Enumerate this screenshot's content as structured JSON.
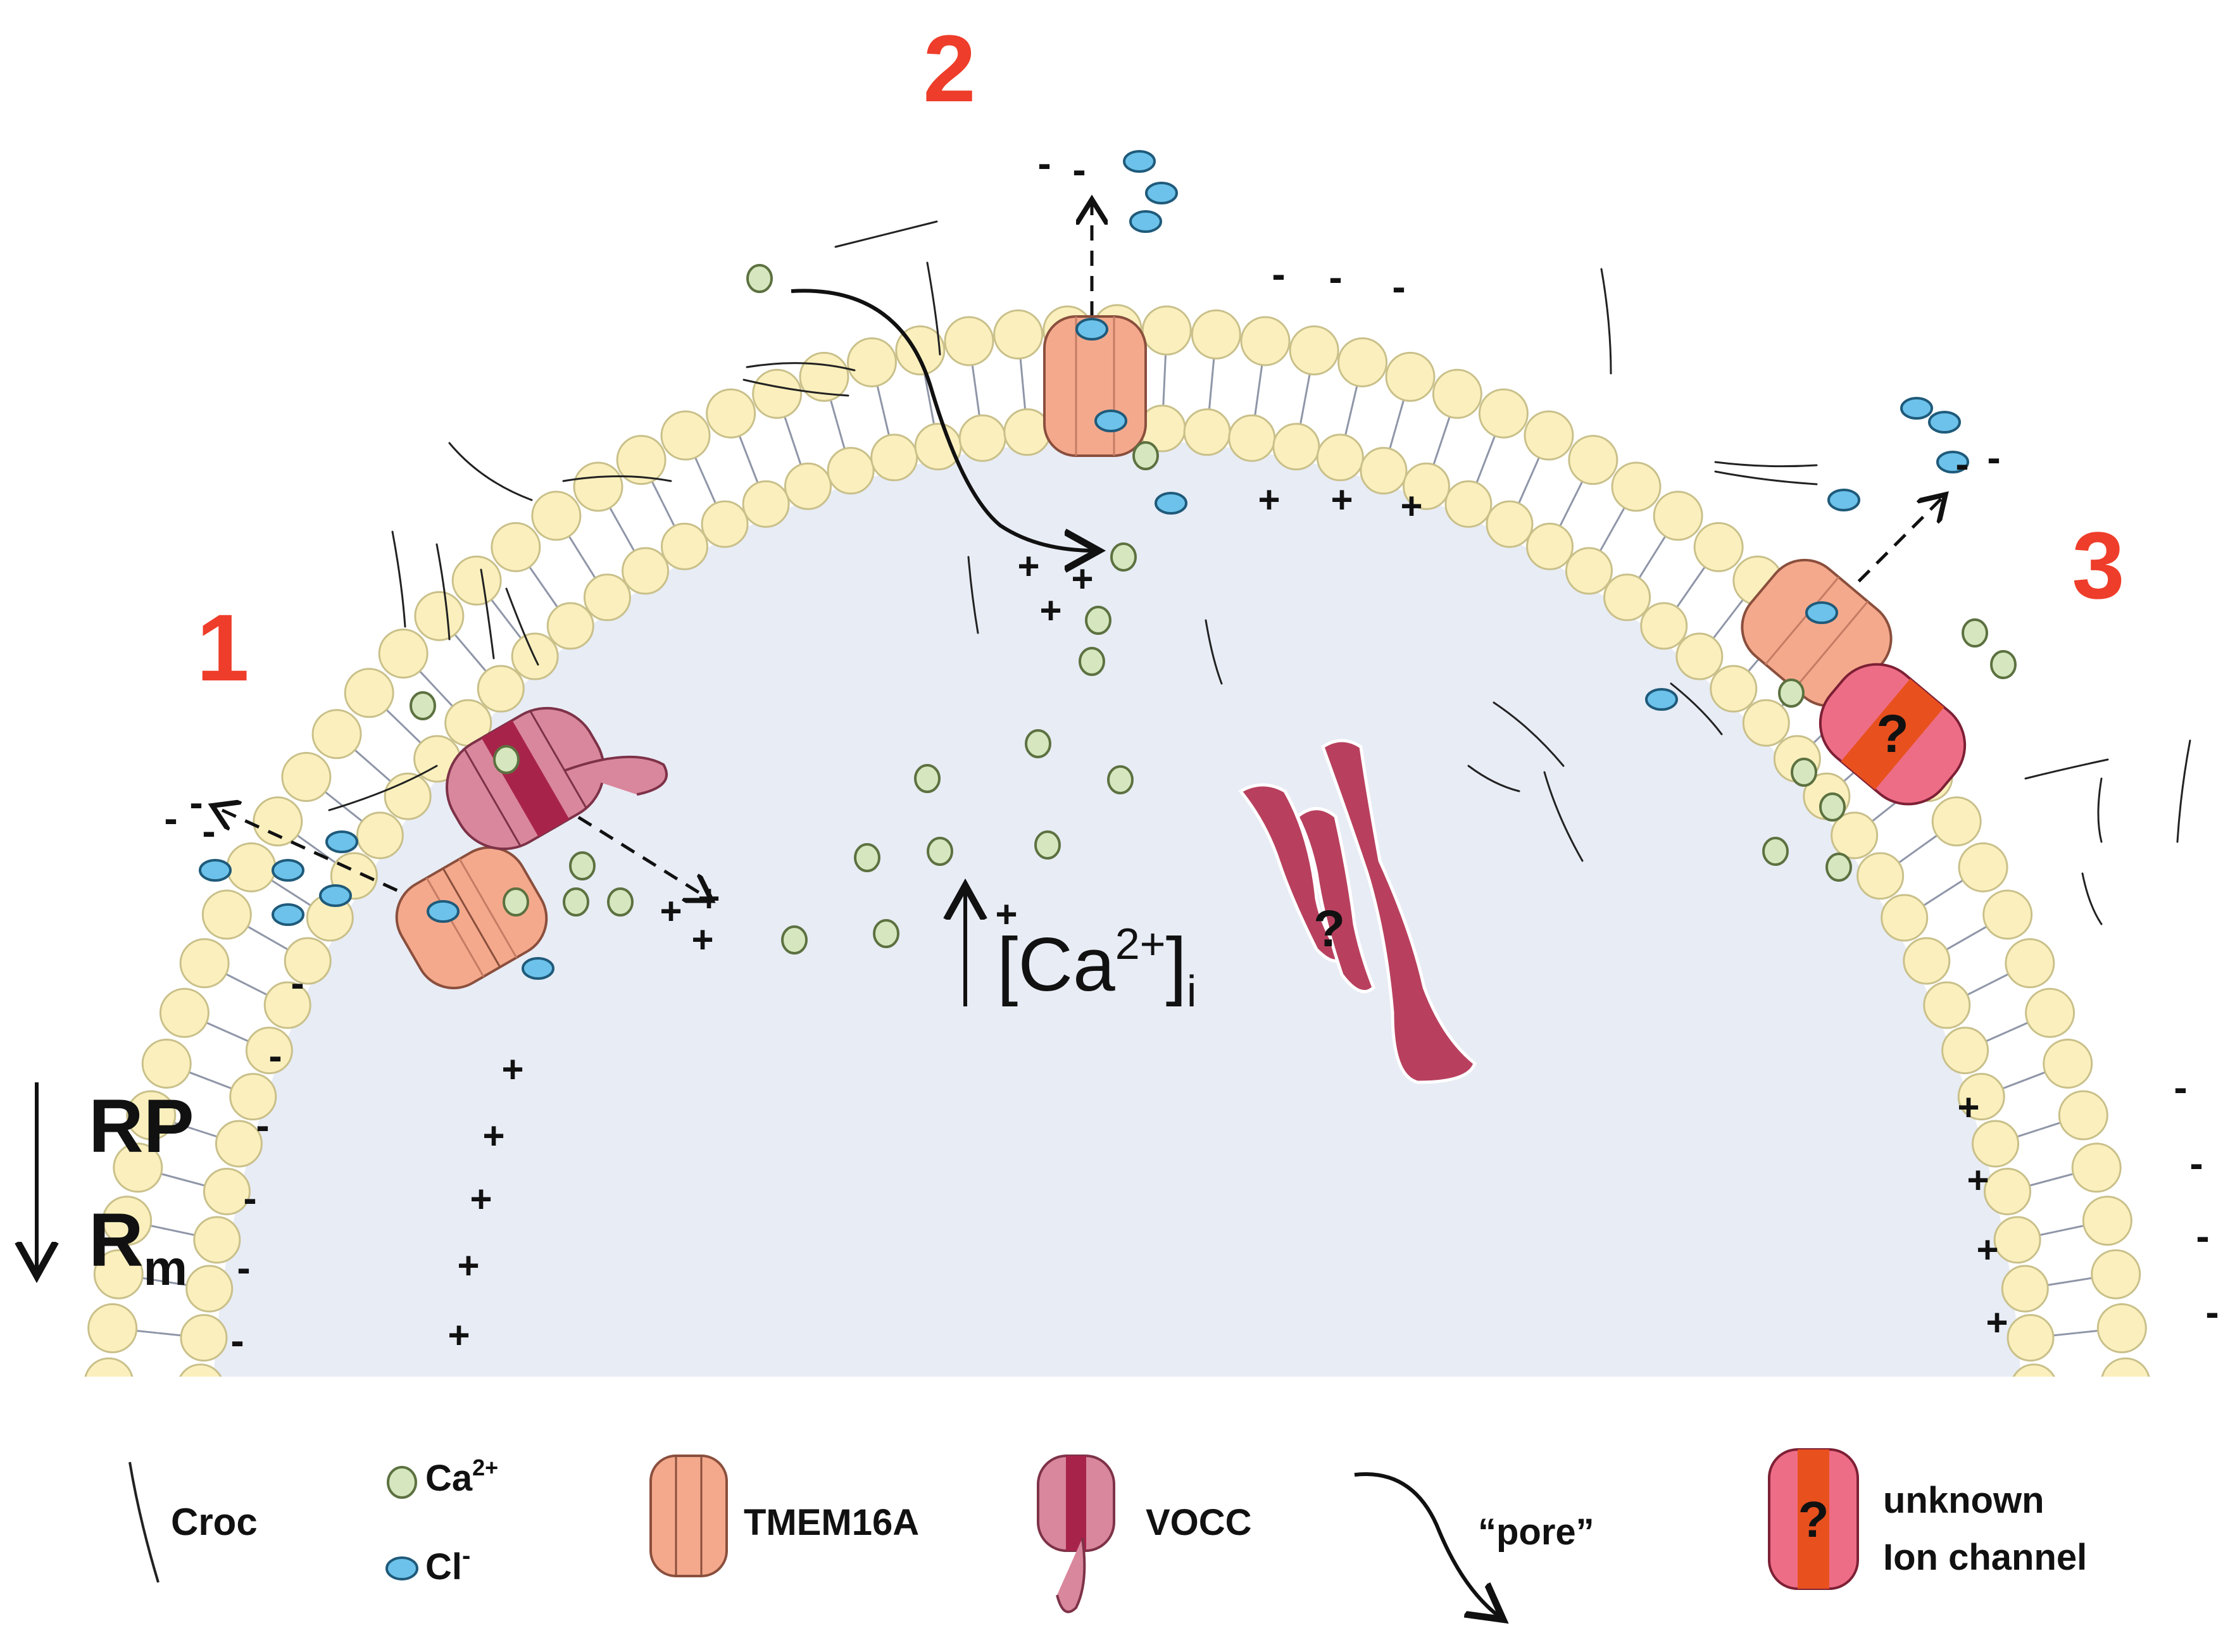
{
  "labels": {
    "n1": "1",
    "n2": "2",
    "n3": "3",
    "rp": "RP",
    "rm_base": "R",
    "rm_sub": "m",
    "ca_open": "[Ca",
    "ca_sup": "2+",
    "ca_close": "]",
    "ca_sub": "i",
    "question": "?"
  },
  "charges": {
    "plus": "+",
    "minus": "-"
  },
  "legend": {
    "croc": "Croc",
    "ca": "Ca",
    "ca_sup": "2+",
    "cl": "Cl",
    "cl_sup": "-",
    "tmem": "TMEM16A",
    "vocc": "VOCC",
    "pore": "“pore”",
    "unknown_line1": "unknown",
    "unknown_line2": "Ion channel"
  },
  "colors": {
    "cytoplasm": "#e8ecf5",
    "lipid_head": "#fbf0bd",
    "lipid_stroke": "#c9c08a",
    "tail": "#8f96a8",
    "ca_ion": "#d6e7bf",
    "cl_ion": "#6cc2ea",
    "tmem": "#f5a98c",
    "vocc": "#d9879c",
    "vocc_dark": "#a8234a",
    "unknown": "#ee6d86",
    "unknown_core": "#e8501e",
    "er": "#b8405e",
    "number_red": "#ee3d2a"
  }
}
